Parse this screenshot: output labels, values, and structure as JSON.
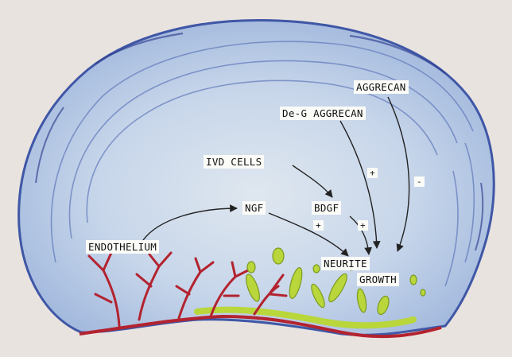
{
  "labels": {
    "aggrecan": "AGGRECAN",
    "deg_aggrecan": "De-G AGGRECAN",
    "ivd_cells": "IVD CELLS",
    "ngf": "NGF",
    "bdgf": "BDGF",
    "endothelium": "ENDOTHELIUM",
    "neurite": "NEURITE",
    "growth": "GROWTH"
  },
  "signs": {
    "deg_aggrecan_effect": "+",
    "aggrecan_effect": "-",
    "ngf_effect": "+",
    "bdgf_effect": "+"
  },
  "colors": {
    "background": "#e9e3df",
    "disc_fill": "#b9cbe3",
    "disc_outline": "#3f57a6",
    "vessels": "#b3232f",
    "neurites": "#b9d63a",
    "arrows": "#222222"
  }
}
